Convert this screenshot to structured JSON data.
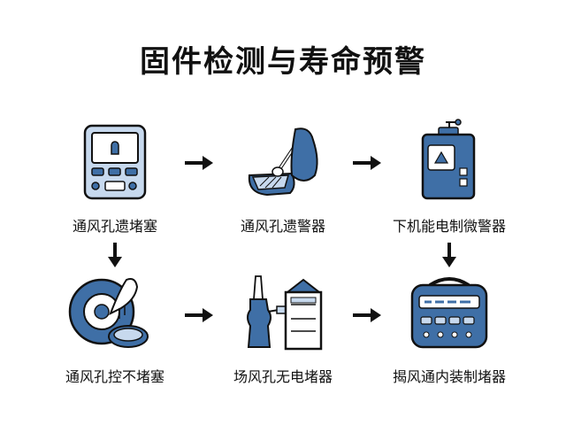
{
  "title": "固件检测与寿命预警",
  "steps": [
    {
      "label": "通风孔遗堵塞",
      "icon": "control-panel-icon"
    },
    {
      "label": "通风孔遗警器",
      "icon": "cleaning-brush-icon"
    },
    {
      "label": "下机能电制微警器",
      "icon": "device-unit-icon"
    },
    {
      "label": "通风孔控不堵塞",
      "icon": "fan-cleaning-icon"
    },
    {
      "label": "场风孔无电堵器",
      "icon": "vacuum-cabinet-icon"
    },
    {
      "label": "揭风通内装制堵器",
      "icon": "radio-device-icon"
    }
  ],
  "colors": {
    "blue": "#3f6fa6",
    "lightblue": "#c7d9ee",
    "dark": "#111111"
  }
}
